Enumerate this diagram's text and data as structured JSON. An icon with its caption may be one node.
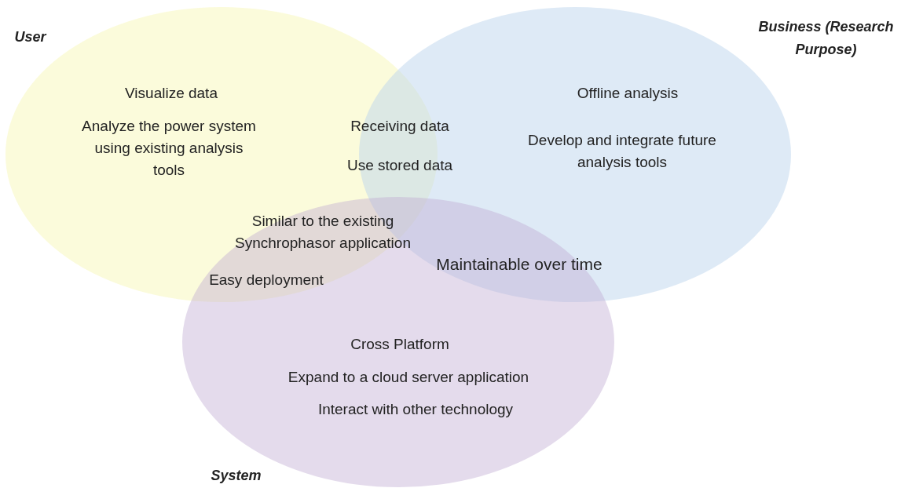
{
  "diagram": {
    "nodes": [
      {
        "text": [
          "User",
          "Visualize data",
          "Analyze the power system using existing analysis tools"
        ]
      },
      {
        "text": [
          "Business (Research Purpose)",
          "Offline analysis",
          "Develop and integrate future analysis tools"
        ]
      },
      {
        "text": [
          "System",
          "Cross Platform",
          "Expand to a cloud server application",
          "Interact with other technology"
        ]
      }
    ],
    "labels": [
      "Receiving data",
      "Use stored data",
      "Similar to the existing Synchrophasor application",
      "Easy deployment",
      "Maintainable over time"
    ]
  }
}
